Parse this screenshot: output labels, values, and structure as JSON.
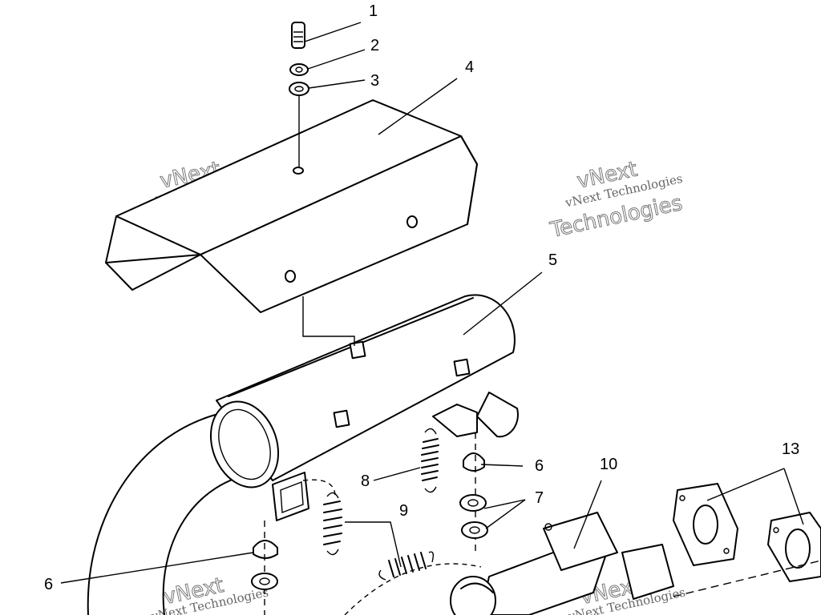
{
  "callouts": [
    "1",
    "2",
    "3",
    "4",
    "5",
    "6",
    "7",
    "8",
    "9",
    "10",
    "13",
    "6"
  ],
  "watermark": {
    "line1": "vNext Technologies",
    "line2": "vNext",
    "line3": "Technologies"
  }
}
